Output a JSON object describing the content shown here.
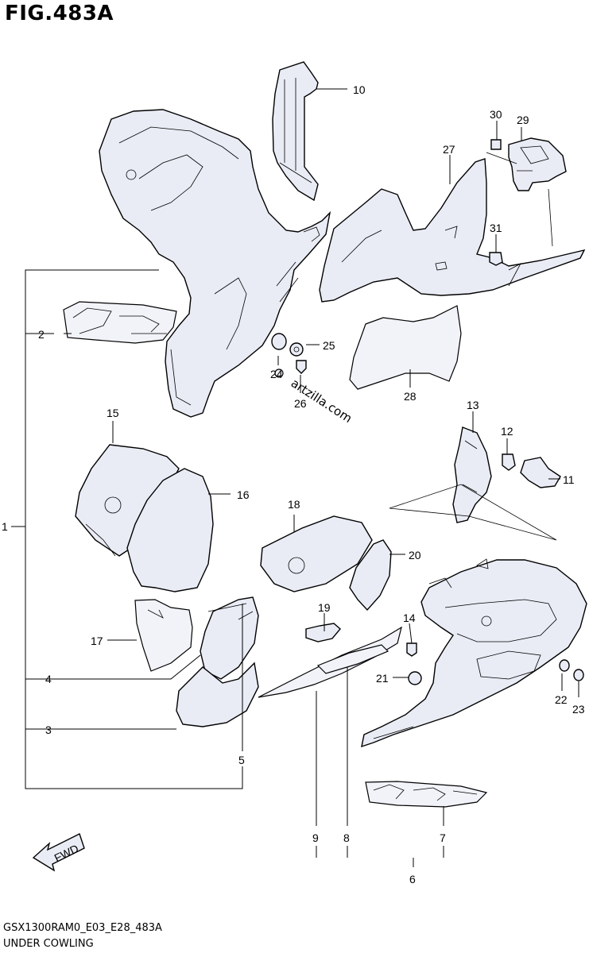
{
  "header": {
    "title": "FIG.483A"
  },
  "footer": {
    "code": "GSX1300RAM0_E03_E28_483A",
    "name": "UNDER COWLING"
  },
  "watermark": "artzilla.com",
  "fwd_label": "FWD",
  "callouts": [
    "1",
    "2",
    "3",
    "4",
    "5",
    "6",
    "7",
    "8",
    "9",
    "10",
    "11",
    "12",
    "13",
    "14",
    "15",
    "16",
    "17",
    "18",
    "19",
    "20",
    "21",
    "22",
    "23",
    "24",
    "25",
    "26",
    "27",
    "28",
    "29",
    "30",
    "31"
  ]
}
